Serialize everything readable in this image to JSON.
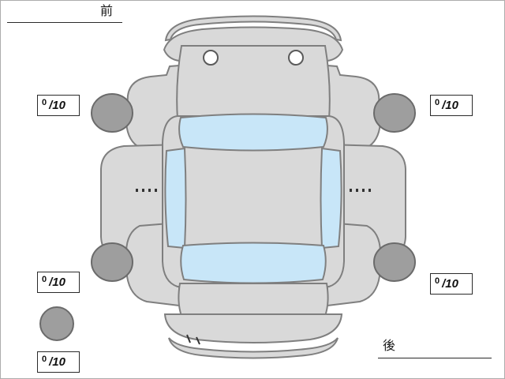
{
  "labels": {
    "front": "前",
    "rear": "後"
  },
  "scores": {
    "front_left": {
      "value": "0",
      "max": "/10"
    },
    "front_right": {
      "value": "0",
      "max": "/10"
    },
    "rear_left": {
      "value": "0",
      "max": "/10"
    },
    "rear_right": {
      "value": "0",
      "max": "/10"
    },
    "spare": {
      "value": "0",
      "max": "/10"
    }
  },
  "colors": {
    "body": "#d9d9d9",
    "window": "#c8e6f8",
    "tire": "#9e9e9e",
    "outline": "#7f7f7f"
  }
}
